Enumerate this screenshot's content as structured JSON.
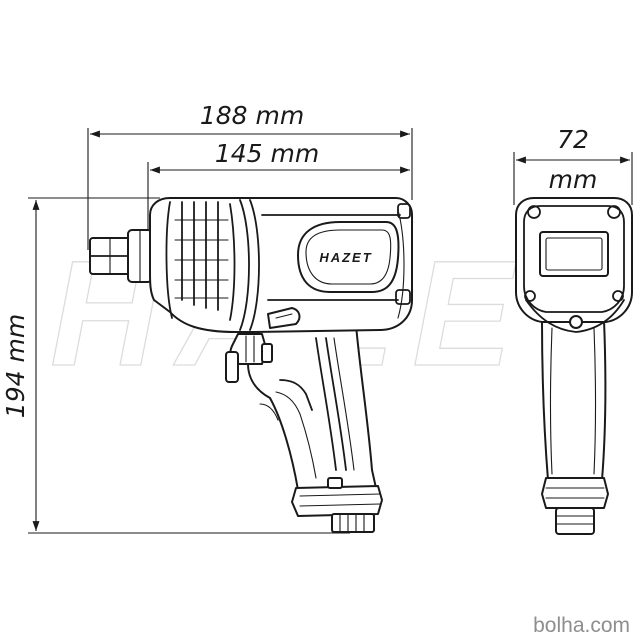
{
  "dimensions": {
    "length_total": "188 mm",
    "length_body": "145 mm",
    "height": "194 mm",
    "width_value": "72",
    "width_unit": "mm"
  },
  "brand_logo": "HAZET",
  "watermark": "HAZET",
  "site_credit": "bolha.com",
  "colors": {
    "line": "#1a1a1a",
    "watermark": "#dcdcdc",
    "credit": "#8e8e8e"
  }
}
